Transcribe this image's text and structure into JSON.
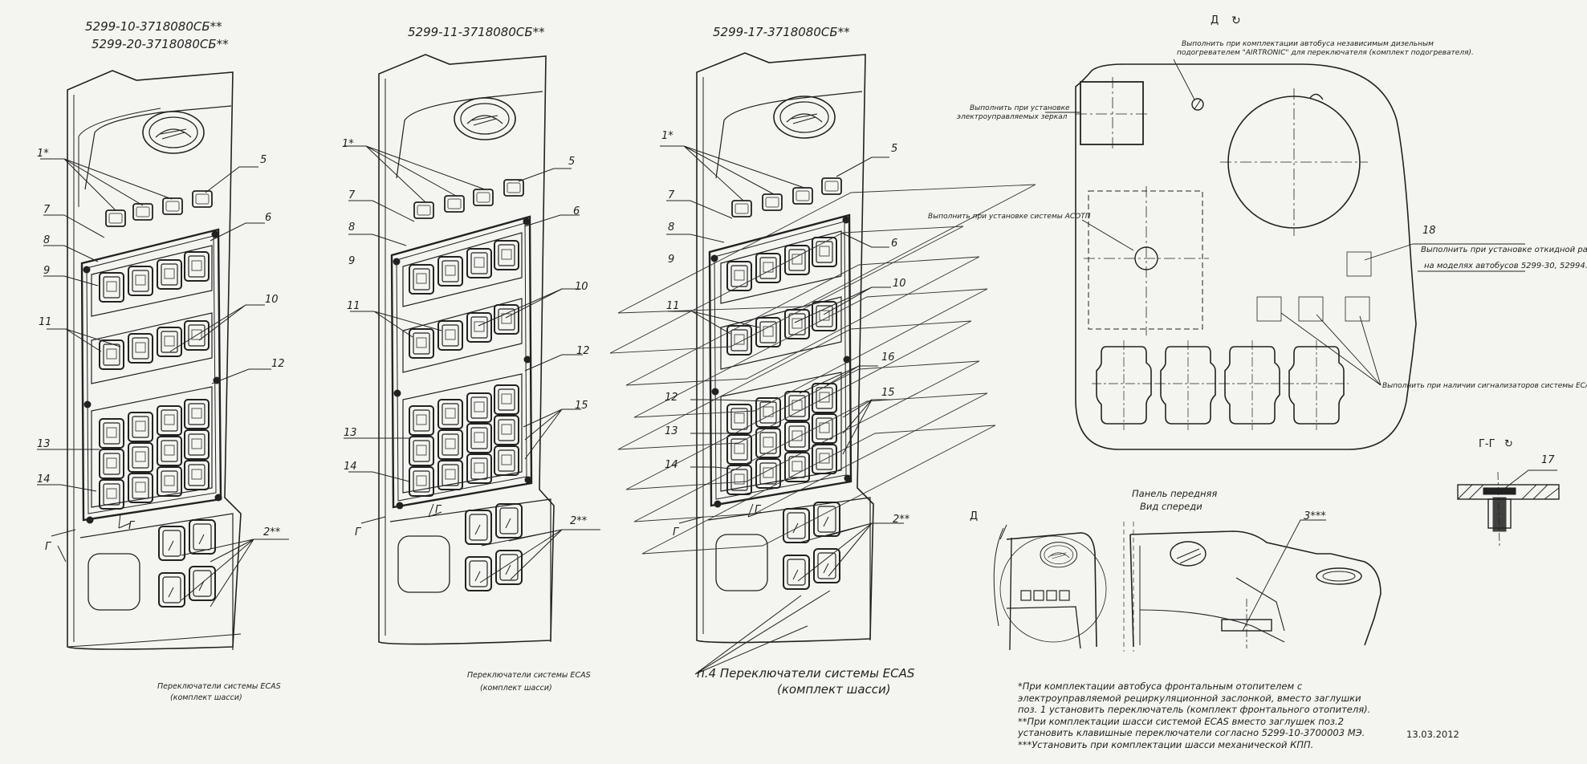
{
  "panels": [
    {
      "titles": [
        "5299-10-3718080СБ**",
        "5299-20-3718080СБ**"
      ],
      "ecas_caption": [
        "Переключатели системы ECAS",
        "(комплект шасси)"
      ]
    },
    {
      "titles": [
        "5299-11-3718080СБ**"
      ],
      "ecas_caption": [
        "Переключатели системы ECAS",
        "(комплект шасси)"
      ]
    },
    {
      "titles": [
        "5299-17-3718080СБ**"
      ],
      "ecas_caption": [
        "п.4 Переключатели системы ECAS",
        "(комплект шасси)"
      ]
    }
  ],
  "callouts": {
    "p1": [
      "1*",
      "5",
      "7",
      "6",
      "8",
      "9",
      "10",
      "11",
      "12",
      "13",
      "14",
      "2**",
      "Г",
      "Г"
    ],
    "p2": [
      "1*",
      "5",
      "7",
      "6",
      "8",
      "9",
      "10",
      "11",
      "12",
      "13",
      "14",
      "15",
      "2**",
      "Г",
      "Г"
    ],
    "p3": [
      "1*",
      "5",
      "7",
      "6",
      "8",
      "9",
      "10",
      "11",
      "12",
      "13",
      "14",
      "15",
      "16",
      "2**",
      "Г",
      "Г"
    ]
  },
  "view_d": {
    "title": "Д",
    "note_airtronic": [
      "Выполнить при комплектации автобуса независимым дизельным",
      "подогревателем \"AIRTRONIC\" для переключателя (комплект подогревателя)."
    ],
    "note_mirrors": [
      "Выполнить при установке",
      "электроуправляемых зеркал"
    ],
    "note_acotp": "Выполнить при установке системы АСОТП",
    "callout_18": "18",
    "note_ramp": [
      "Выполнить при установке откидной рампы",
      "на моделях автобусов 5299-30, 52994."
    ],
    "note_ecas": "Выполнить при наличии сигнализаторов системы ECAS"
  },
  "section_gg": {
    "title": "Г-Г",
    "callout": "17"
  },
  "front_panel": {
    "title": [
      "Панель передняя",
      "Вид спереди"
    ],
    "view_mark": "Д",
    "callout": "3***"
  },
  "notes": [
    "*При комплектации автобуса фронтальным отопителем с",
    "электроуправляемой рециркуляционной заслонкой, вместо заглушки",
    "поз. 1 установить переключатель (комплект фронтального отопителя).",
    "**При комплектации шасси системой ECAS вместо заглушек поз.2",
    "установить клавишные переключатели согласно 5299-10-3700003 МЭ.",
    "***Установить при комплектации шасси механической КПП."
  ],
  "date": "13.03.2012",
  "colors": {
    "line": "#222222",
    "background": "#f4f4f0"
  }
}
